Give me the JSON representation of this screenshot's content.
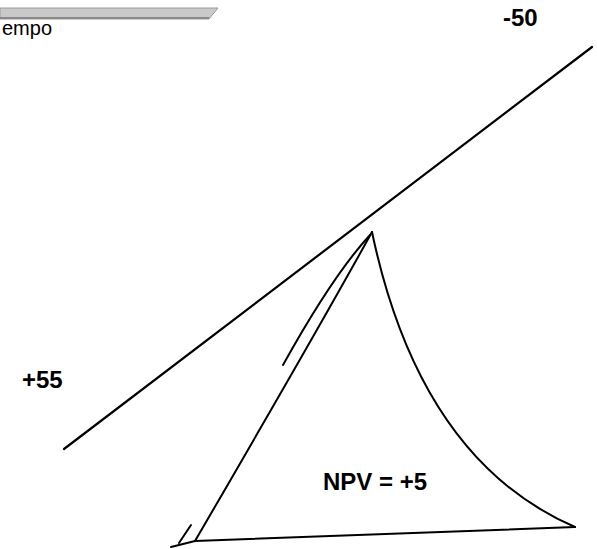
{
  "diagram": {
    "nodes": [
      {
        "text": [
          "NPV = +5"
        ]
      }
    ],
    "labels": [
      "empo",
      "-50",
      "+55"
    ]
  }
}
